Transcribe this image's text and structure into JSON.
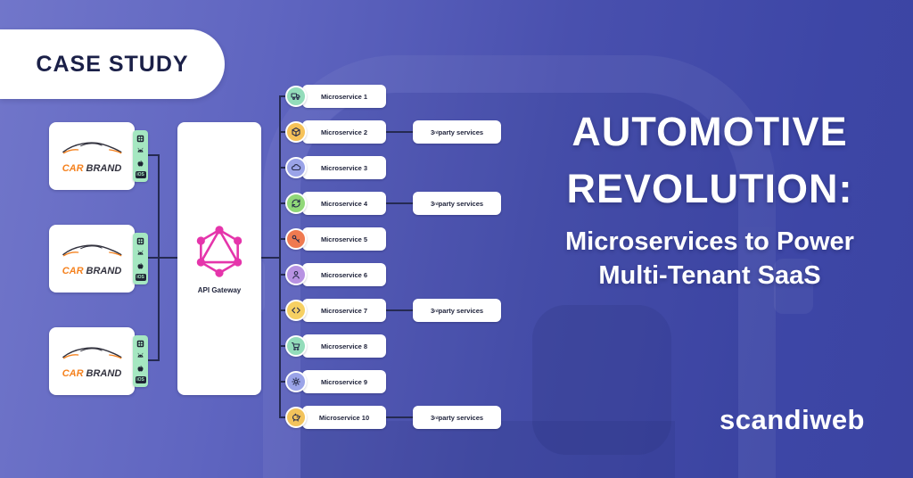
{
  "badge": {
    "label": "CASE STUDY"
  },
  "title": {
    "heading_line1": "AUTOMOTIVE",
    "heading_line2": "REVOLUTION:",
    "subheading_line1": "Microservices to Power",
    "subheading_line2": "Multi-Tenant SaaS"
  },
  "footer": {
    "brand": "scandiweb"
  },
  "clients": {
    "count": 3,
    "logo_text_primary": "CAR",
    "logo_text_secondary": "BRAND",
    "platforms": {
      "ios_label": "iOS",
      "icons": [
        "app-grid-icon",
        "android-icon",
        "apple-icon",
        "ios-badge"
      ],
      "tab_color": "#a5e7c1"
    }
  },
  "gateway": {
    "label": "API Gateway",
    "logo": "graphql-logo",
    "logo_color": "#e535ab"
  },
  "microservices": [
    {
      "label": "Microservice 1",
      "icon": "truck-icon",
      "color": "#93dcba",
      "third_party": false
    },
    {
      "label": "Microservice 2",
      "icon": "package-icon",
      "color": "#f6c259",
      "third_party": true
    },
    {
      "label": "Microservice 3",
      "icon": "cloud-icon",
      "color": "#9aa3e8",
      "third_party": false
    },
    {
      "label": "Microservice 4",
      "icon": "sync-icon",
      "color": "#90d878",
      "third_party": true
    },
    {
      "label": "Microservice 5",
      "icon": "key-icon",
      "color": "#ef7a50",
      "third_party": false
    },
    {
      "label": "Microservice 6",
      "icon": "user-icon",
      "color": "#b792e2",
      "third_party": false
    },
    {
      "label": "Microservice 7",
      "icon": "code-icon",
      "color": "#f6d063",
      "third_party": true
    },
    {
      "label": "Microservice 8",
      "icon": "cart-icon",
      "color": "#93dcba",
      "third_party": false
    },
    {
      "label": "Microservice 9",
      "icon": "gear-icon",
      "color": "#9aa3e8",
      "third_party": false
    },
    {
      "label": "Microservice 10",
      "icon": "piggy-bank-icon",
      "color": "#f2c35c",
      "third_party": true
    }
  ],
  "third_party": {
    "num": "3",
    "ordinal": "rd",
    "rest": " party services"
  },
  "colors": {
    "background_left": "#7176ca",
    "background_right": "#3d46a6",
    "connector": "#252a52",
    "badge_text": "#1b2048",
    "card_bg": "#ffffff",
    "title_text": "#ffffff",
    "logo_car_text": "#f5821f",
    "logo_brand_text": "#32323e",
    "platform_tab": "#a5e7c1"
  }
}
